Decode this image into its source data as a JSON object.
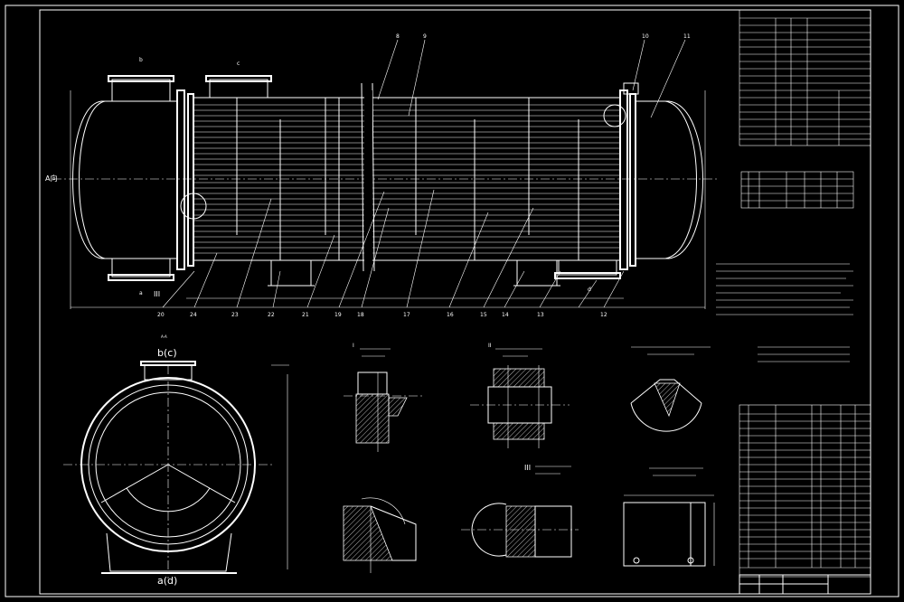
{
  "labels": {
    "a_view": "A向",
    "b_c": "b(c)",
    "a_d": "a(d)",
    "roman_3": "III",
    "tag_a": "a",
    "tag_b": "b",
    "tag_c": "c",
    "tag_d": "d",
    "section_aa": "A-A"
  },
  "balloons_top": [
    "11",
    "10",
    "9",
    "8"
  ],
  "balloons_bottom": [
    "20",
    "24",
    "23",
    "22",
    "21",
    "19",
    "18",
    "17",
    "16",
    "15",
    "14",
    "13",
    "12"
  ],
  "detail_titles": {
    "detail_1": "I",
    "detail_2": "II",
    "detail_3": "III"
  }
}
